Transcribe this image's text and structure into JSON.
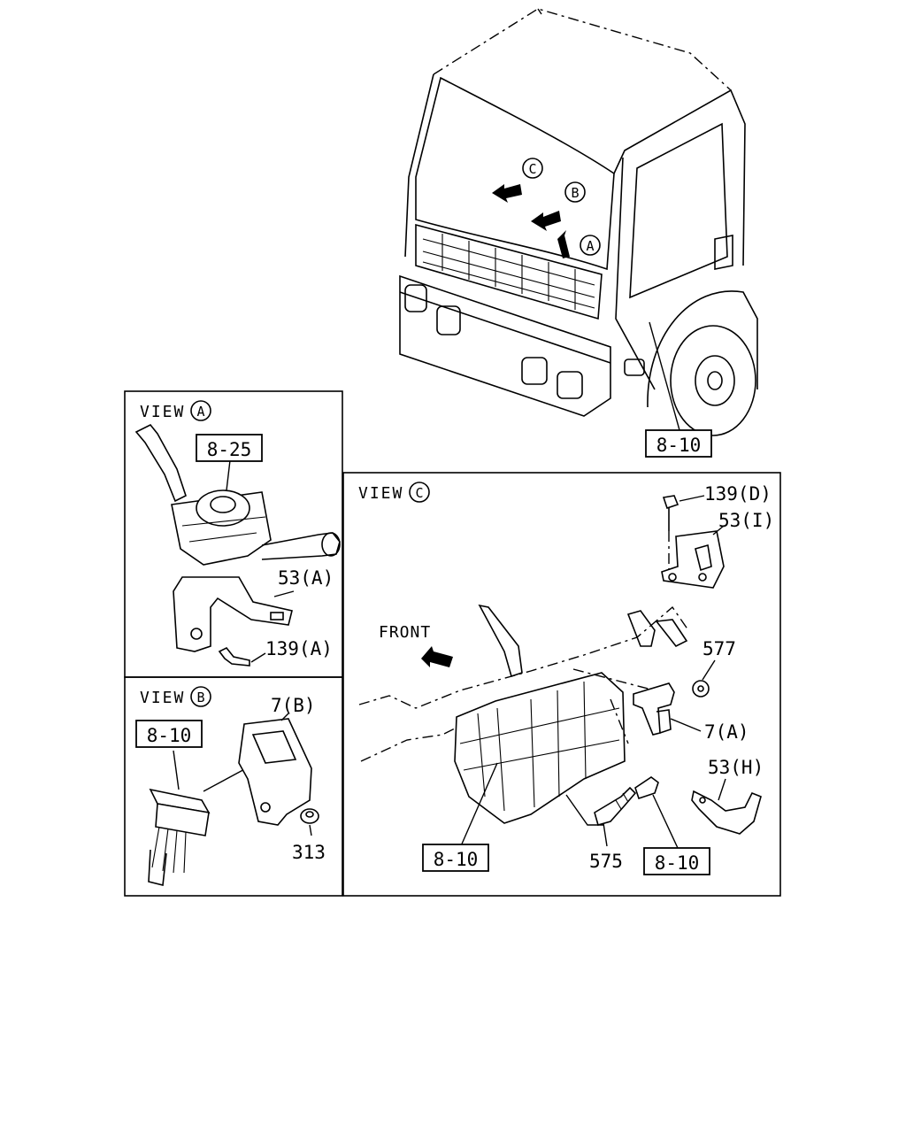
{
  "views": {
    "A": {
      "prefix": "VIEW",
      "letter": "A"
    },
    "B": {
      "prefix": "VIEW",
      "letter": "B"
    },
    "C": {
      "prefix": "VIEW",
      "letter": "C"
    }
  },
  "markers": {
    "A": "A",
    "B": "B",
    "C": "C"
  },
  "front_label": "FRONT",
  "parts": {
    "cab_harness": "8-10",
    "view_a_switch": "8-25",
    "view_a_bracket": "53(A)",
    "view_a_bolt": "139(A)",
    "view_b_harness": "8-10",
    "view_b_bracket": "7(B)",
    "view_b_nut": "313",
    "view_c_bolt": "139(D)",
    "view_c_bracket_i": "53(I)",
    "view_c_nut": "577",
    "view_c_bracket_a": "7(A)",
    "view_c_bracket_h": "53(H)",
    "view_c_harness_left": "8-10",
    "view_c_clip": "575",
    "view_c_harness_right": "8-10"
  }
}
